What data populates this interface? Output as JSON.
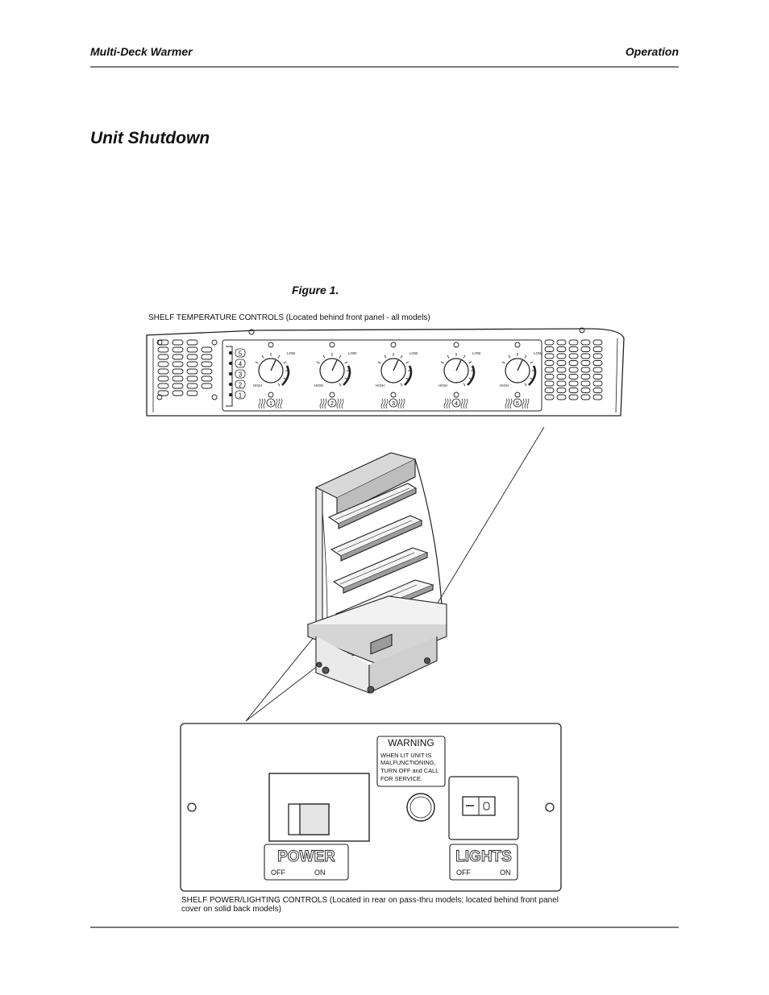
{
  "header": {
    "left": "Multi-Deck Warmer",
    "right": "Operation"
  },
  "section": {
    "title": "Unit Shutdown"
  },
  "figure": {
    "label": "Figure 1.",
    "top_caption": "SHELF TEMPERATURE CONTROLS (Located behind front panel - all models)",
    "bottom_caption": "SHELF POWER/LIGHTING CONTROLS (Located in rear on pass-thru models; located behind front panel cover on solid back models)",
    "knob_low": "LOW",
    "knob_high": "HIGH",
    "knobs": [
      "1",
      "2",
      "3",
      "4",
      "5"
    ],
    "legend": [
      "5",
      "4",
      "3",
      "2",
      "1"
    ],
    "warning_title": "WARNING",
    "warning_lines": [
      "WHEN LIT UNIT IS",
      "MALFUNCTIONING,",
      "TURN OFF and CALL",
      "FOR SERVICE."
    ],
    "power_label": "POWER",
    "lights_label": "LIGHTS",
    "off_label": "OFF",
    "on_label": "ON"
  }
}
